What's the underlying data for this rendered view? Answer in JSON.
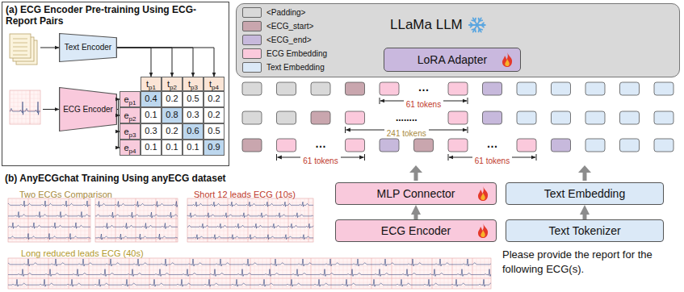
{
  "diagram": {
    "nodes": [
      {
        "text": [
          "(a) ECG Encoder Pre-training Using ECG-Report Pairs"
        ]
      },
      {
        "text": [
          "Text Encoder"
        ],
        "in": 0
      },
      {
        "text": [
          "ECG Encoder"
        ],
        "in": 0
      },
      {
        "text": [
          "tp1"
        ],
        "in": 0
      },
      {
        "text": [
          "tp2"
        ],
        "in": 0
      },
      {
        "text": [
          "tp3"
        ],
        "in": 0
      },
      {
        "text": [
          "tp4"
        ],
        "in": 0
      },
      {
        "text": [
          "ep1"
        ],
        "in": 0
      },
      {
        "text": [
          "ep2"
        ],
        "in": 0
      },
      {
        "text": [
          "ep3"
        ],
        "in": 0
      },
      {
        "text": [
          "ep4"
        ],
        "in": 0
      },
      {
        "text": [
          "LLaMa LLM"
        ]
      },
      {
        "text": [
          "LoRA Adapter"
        ],
        "in": 11
      },
      {
        "text": [
          "MLP Connector"
        ]
      },
      {
        "text": [
          "Text Embedding"
        ]
      },
      {
        "text": [
          "ECG Encoder"
        ]
      },
      {
        "text": [
          "Text Tokenizer"
        ]
      }
    ],
    "edges": [
      {
        "from": 1,
        "to": 3,
        "arrow": "to"
      },
      {
        "from": 1,
        "to": 4,
        "arrow": "to"
      },
      {
        "from": 1,
        "to": 5,
        "arrow": "to"
      },
      {
        "from": 1,
        "to": 6,
        "arrow": "to"
      },
      {
        "from": 2,
        "to": 7,
        "arrow": "to"
      },
      {
        "from": 2,
        "to": 8,
        "arrow": "to"
      },
      {
        "from": 2,
        "to": 9,
        "arrow": "to"
      },
      {
        "from": 2,
        "to": 10,
        "arrow": "to"
      },
      {
        "from": 15,
        "to": 13,
        "arrow": "to"
      },
      {
        "from": 16,
        "to": 14,
        "arrow": "to"
      }
    ],
    "labels": [
      "0.4",
      "0.2",
      "0.5",
      "0.2",
      "0.1",
      "0.8",
      "0.3",
      "0.2",
      "0.3",
      "0.2",
      "0.6",
      "0.5",
      "0.1",
      "0.1",
      "0.1",
      "0.9",
      "(b) AnyECGchat Training Using anyECG dataset",
      "Two ECGs Comparison",
      "Short 12 leads ECG (10s)",
      "Long reduced leads ECG (40s)",
      "…",
      "61 tokens",
      "........",
      "241 tokens",
      "…",
      "…",
      "61 tokens",
      "61 tokens",
      "Please provide the report for the following ECG(s)."
    ],
    "legend": [
      {
        "text": "<Padding>",
        "color": "#d9d9d9"
      },
      {
        "text": "<ECG_start>",
        "color": "#c9a6ae"
      },
      {
        "text": "<ECG_end>",
        "color": "#c7b9dc"
      },
      {
        "text": "ECG Embedding",
        "color": "#fbc9dc"
      },
      {
        "text": "Text Embedding",
        "color": "#dbe9f7"
      }
    ]
  }
}
